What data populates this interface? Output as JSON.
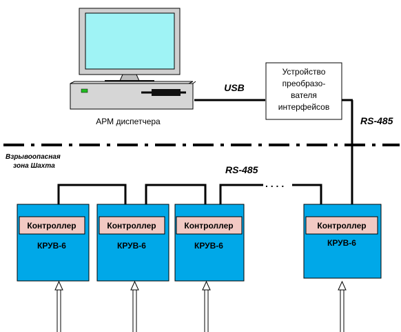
{
  "workstation": {
    "label": "АРМ диспетчера"
  },
  "converter": {
    "line1": "Устройство",
    "line2": "преобразо-",
    "line3": "вателя",
    "line4": "интерфейсов"
  },
  "links": {
    "usb": "USB",
    "rs485_vertical": "RS-485",
    "rs485_bus": "RS-485",
    "bus_gap_dots": ". . . ."
  },
  "zone": {
    "line1": "Взрывоопасная",
    "line2": "зона Шахта"
  },
  "units": [
    {
      "controller": "Контроллер",
      "name": "КРУВ-6"
    },
    {
      "controller": "Контроллер",
      "name": "КРУВ-6"
    },
    {
      "controller": "Контроллер",
      "name": "КРУВ-6"
    },
    {
      "controller": "Контроллер",
      "name": "КРУВ-6"
    }
  ],
  "colors": {
    "unit_fill": "#00a8e8",
    "controller_fill": "#f2c9c3",
    "monitor_screen": "#9ff3f5",
    "monitor_body": "#cfcfcf",
    "led": "#22bb22"
  }
}
